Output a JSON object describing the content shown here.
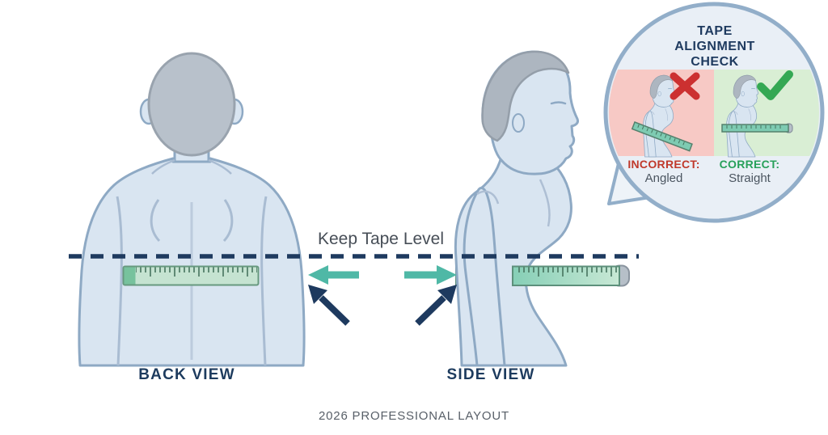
{
  "labels": {
    "keep_tape_level": "Keep Tape Level",
    "back_view": "BACK VIEW",
    "side_view": "SIDE VIEW",
    "footer": "2026 PROFESSIONAL LAYOUT"
  },
  "inset": {
    "title": "TAPE ALIGNMENT CHECK",
    "incorrect_label": "INCORRECT:",
    "incorrect_desc": "Angled",
    "correct_label": "CORRECT:",
    "correct_desc": "Straight"
  },
  "icons": {
    "incorrect": "x-mark-icon",
    "correct": "check-mark-icon",
    "arrows": [
      "teal-arrow-left",
      "teal-arrow-right",
      "navy-arrow-up-left",
      "navy-arrow-up-right"
    ]
  },
  "colors": {
    "navy": "#1e3a5f",
    "teal_arrow": "#4fb8a6",
    "tape_mint": "#c5e3d1",
    "tape_teal": "#7ecbb2",
    "incorrect_red": "#c0392b",
    "correct_green": "#27a05a",
    "panel_red": "#f7c9c5",
    "panel_green": "#d9eed4",
    "bubble_border": "#92aec9",
    "bubble_fill": "#e9eff6",
    "body_fill": "#d9e5f1",
    "body_stroke": "#8ea9c4",
    "head_gray": "#b8c1cb"
  }
}
